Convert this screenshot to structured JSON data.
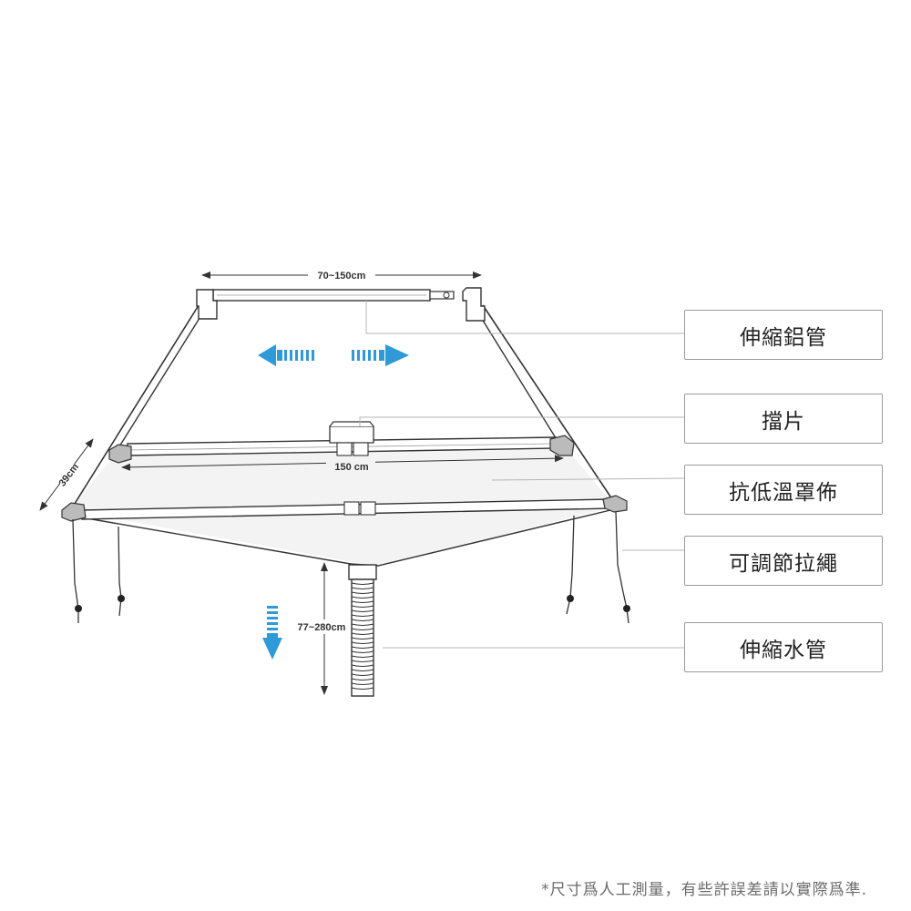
{
  "dimensions": {
    "top_span": "70~150cm",
    "mid_span": "150 cm",
    "side_depth": "39cm",
    "hose_length": "77~280cm"
  },
  "labels": {
    "aluminum_tube": "伸縮鋁管",
    "baffle": "擋片",
    "cover_cloth": "抗低溫罩佈",
    "adjustable_rope": "可調節拉繩",
    "water_hose": "伸縮水管"
  },
  "footnote": "*尺寸爲人工測量，有些許誤差請以實際爲準.",
  "colors": {
    "arrow_blue": "#2f9ad8",
    "line_dark": "#333333",
    "leader_grey": "#b5b5b5",
    "cloth_fill": "#f2f2f2"
  }
}
